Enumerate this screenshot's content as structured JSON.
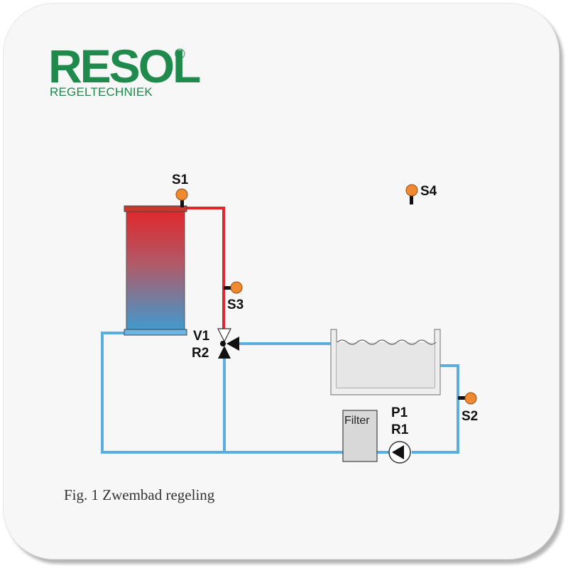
{
  "logo": {
    "word": "RESOL",
    "registered": "®",
    "subtitle": "REGELTECHNIEK"
  },
  "caption": "Fig. 1 Zwembad regeling",
  "sensors": {
    "s1": "S1",
    "s2": "S2",
    "s3": "S3",
    "s4": "S4"
  },
  "valve": {
    "name": "V1",
    "relay": "R2"
  },
  "pump": {
    "name": "P1",
    "relay": "R1"
  },
  "filter": {
    "label": "Filter"
  },
  "colors": {
    "brand": "#1f8a4c",
    "hot_pipe": "#e0282c",
    "cold_pipe": "#5aaee0",
    "sensor": "#f08a30",
    "tank_top": "#e0282c",
    "tank_bottom": "#3f9bd0",
    "tank_cap_top": "#c73a2e",
    "tank_cap_bottom": "#6bb6e6"
  }
}
